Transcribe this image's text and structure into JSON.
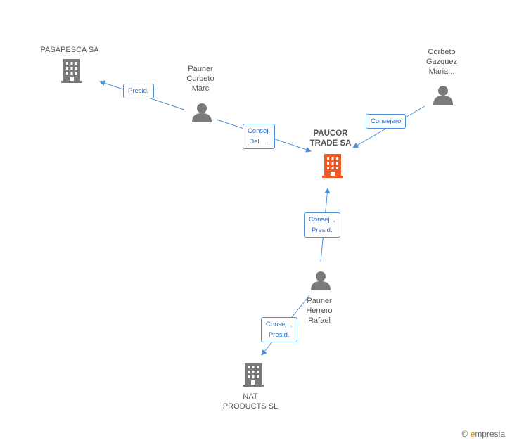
{
  "colors": {
    "edge": "#4a90d9",
    "company_main": "#f15a24",
    "company": "#7a7a7a",
    "person": "#7a7a7a"
  },
  "nodes": {
    "pasapesca": {
      "label": "PASAPESCA SA",
      "icon": "building-icon"
    },
    "paucor": {
      "label_line1": "PAUCOR",
      "label_line2": "TRADE SA",
      "icon": "building-icon"
    },
    "nat": {
      "label_line1": "NAT",
      "label_line2": "PRODUCTS SL",
      "icon": "building-icon"
    },
    "pauner_marc": {
      "line1": "Pauner",
      "line2": "Corbeto",
      "line3": "Marc",
      "icon": "person-icon"
    },
    "corbeto_maria": {
      "line1": "Corbeto",
      "line2": "Gazquez",
      "line3": "Maria...",
      "icon": "person-icon"
    },
    "pauner_rafael": {
      "line1": "Pauner",
      "line2": "Herrero",
      "line3": "Rafael",
      "icon": "person-icon"
    }
  },
  "edges": {
    "marc_pasapesca": {
      "label": "Presid."
    },
    "marc_paucor": {
      "line1": "Consej.",
      "line2": "Del.,..."
    },
    "maria_paucor": {
      "label": "Consejero"
    },
    "rafael_paucor": {
      "line1": "Consej. ,",
      "line2": "Presid."
    },
    "rafael_nat": {
      "line1": "Consej. ,",
      "line2": "Presid."
    }
  },
  "footer": {
    "copyright": "©",
    "brand_initial": "e",
    "brand_rest": "mpresia"
  }
}
